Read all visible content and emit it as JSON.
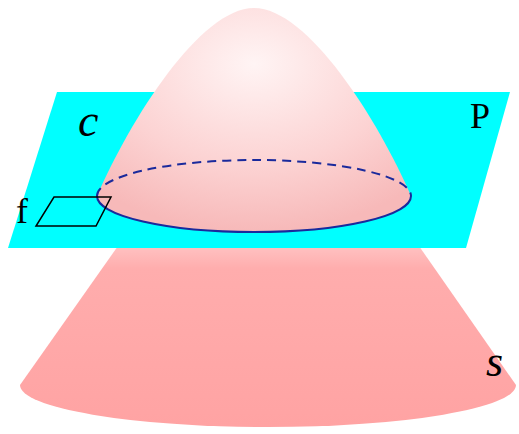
{
  "diagram": {
    "labels": [
      "c",
      "P",
      "f",
      "s"
    ]
  }
}
